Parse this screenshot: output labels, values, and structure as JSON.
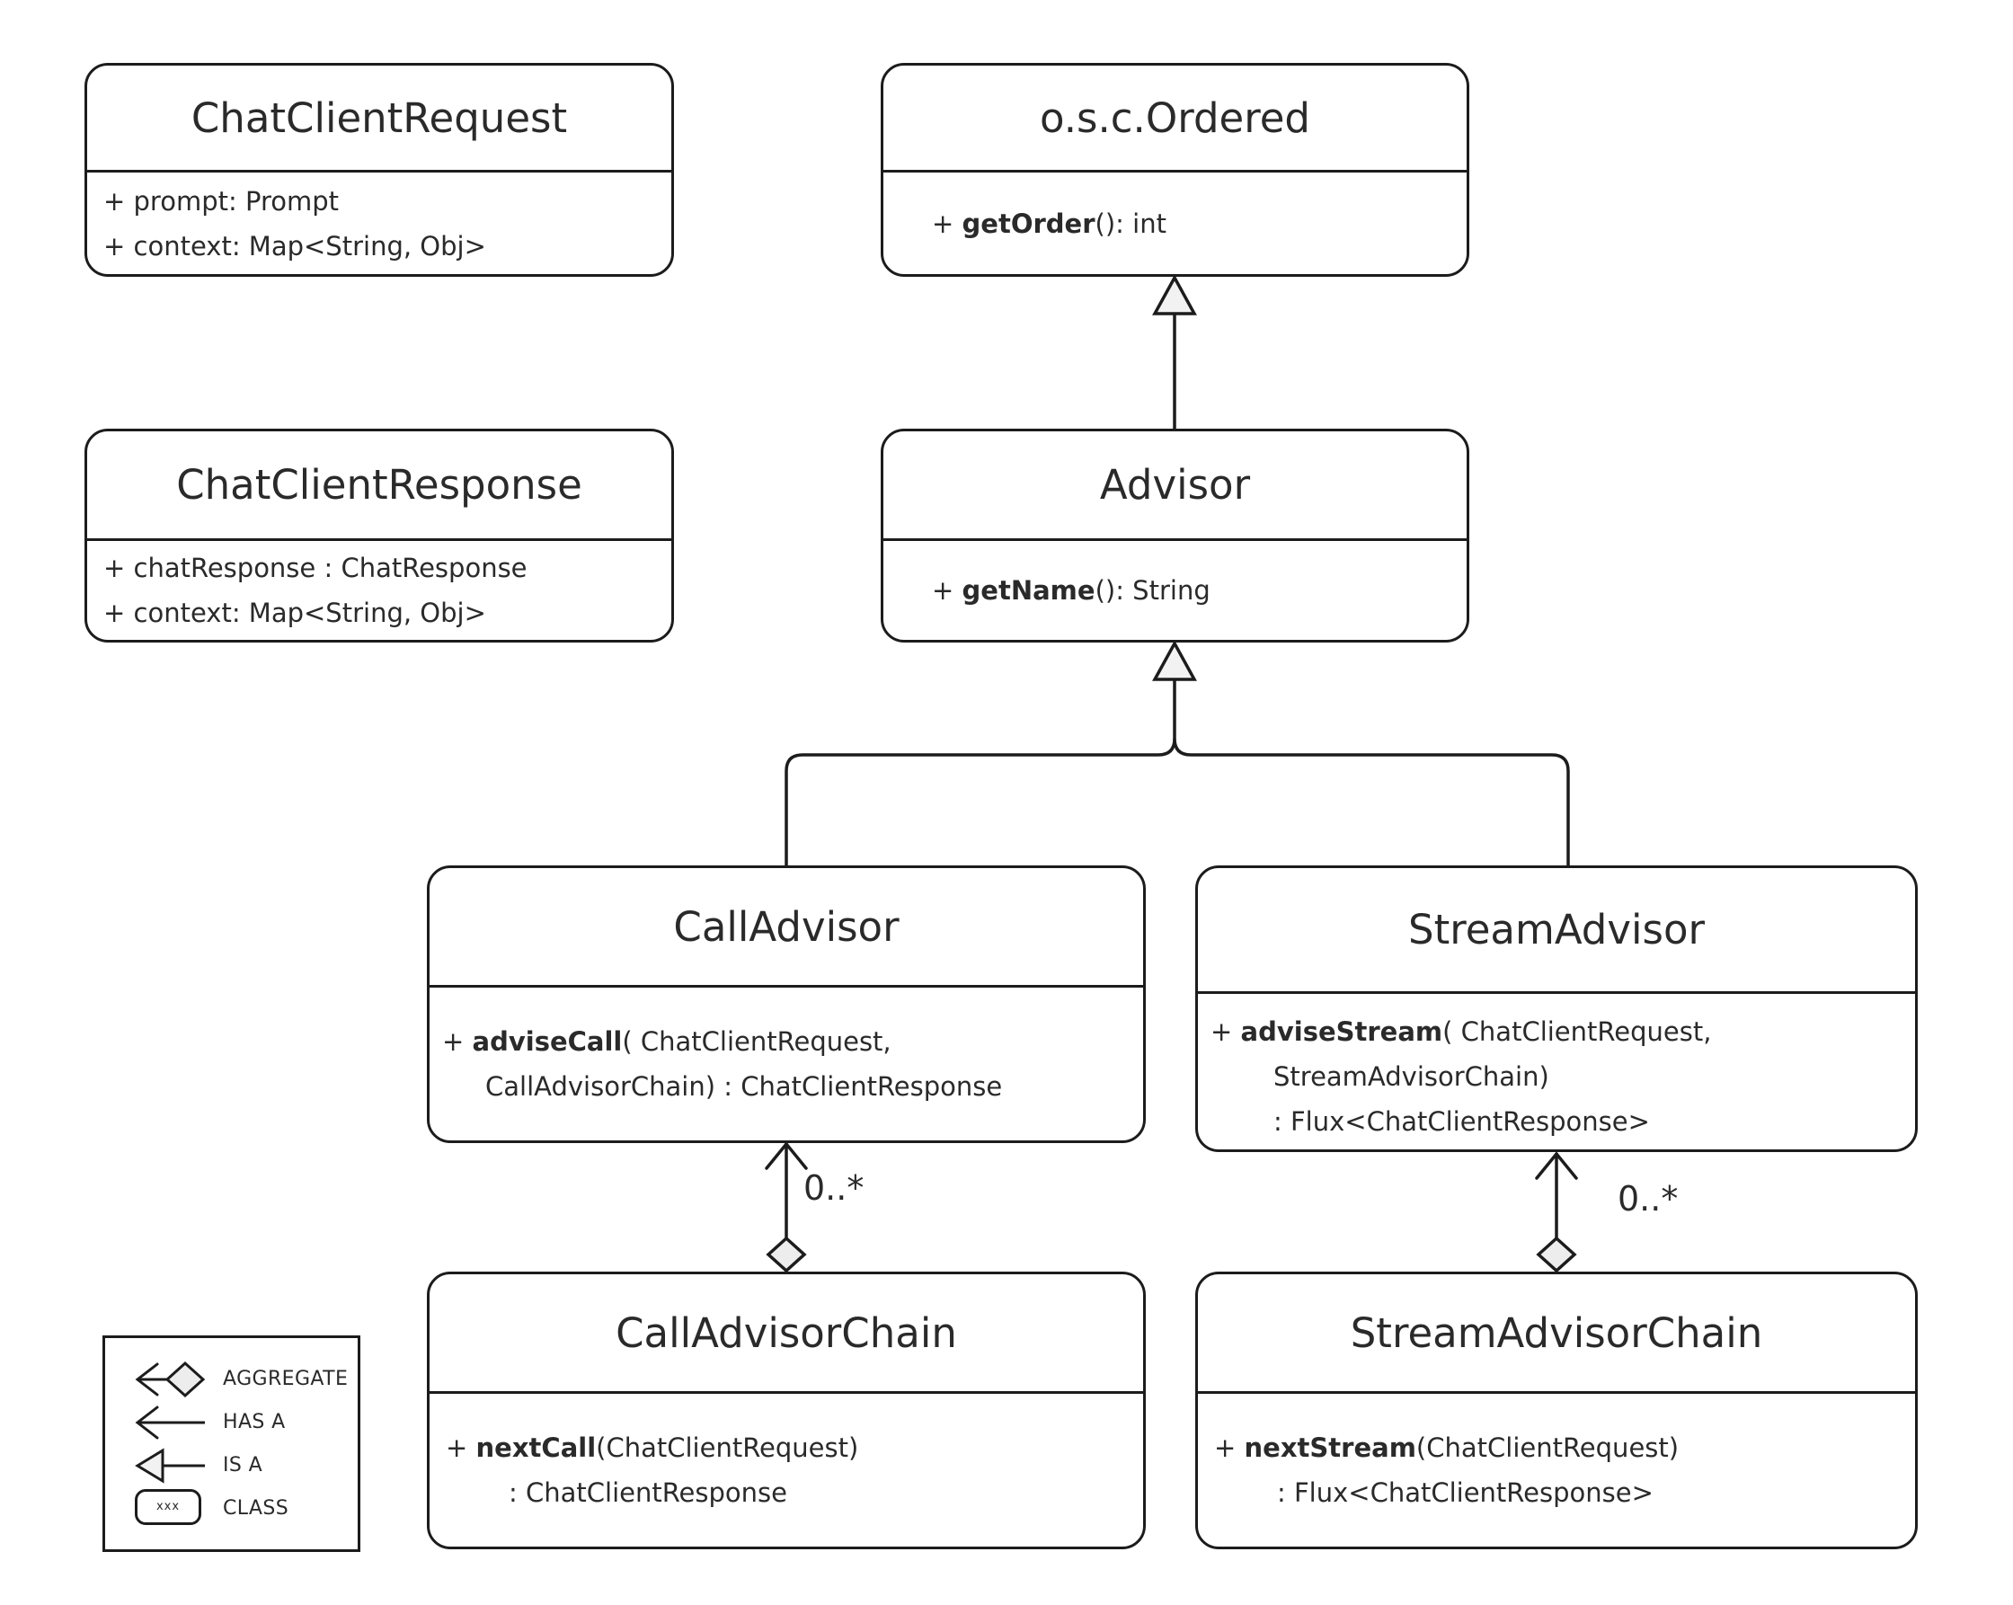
{
  "diagram_type": "uml-class-diagram",
  "classes": [
    {
      "name": "ChatClientRequest",
      "members": [
        {
          "pre": "+ prompt: Prompt",
          "bold": "",
          "post": ""
        },
        {
          "pre": "+ context: Map<String, Obj>",
          "bold": "",
          "post": ""
        }
      ]
    },
    {
      "name": "o.s.c.Ordered",
      "members": [
        {
          "pre": "+ ",
          "bold": "getOrder",
          "post": "(): int"
        }
      ]
    },
    {
      "name": "ChatClientResponse",
      "members": [
        {
          "pre": "+ chatResponse : ChatResponse",
          "bold": "",
          "post": ""
        },
        {
          "pre": "+ context: Map<String, Obj>",
          "bold": "",
          "post": ""
        }
      ]
    },
    {
      "name": "Advisor",
      "members": [
        {
          "pre": "+ ",
          "bold": "getName",
          "post": "(): String"
        }
      ]
    },
    {
      "name": "CallAdvisor",
      "members": [
        {
          "pre": "+ ",
          "bold": "adviseCall",
          "post": "( ChatClientRequest,"
        },
        {
          "pre": "CallAdvisorChain) : ChatClientResponse",
          "bold": "",
          "post": ""
        }
      ]
    },
    {
      "name": "StreamAdvisor",
      "members": [
        {
          "pre": "+ ",
          "bold": "adviseStream",
          "post": "( ChatClientRequest,"
        },
        {
          "pre": "StreamAdvisorChain)",
          "bold": "",
          "post": ""
        },
        {
          "pre": ": Flux<ChatClientResponse>",
          "bold": "",
          "post": ""
        }
      ]
    },
    {
      "name": "CallAdvisorChain",
      "members": [
        {
          "pre": "+ ",
          "bold": "nextCall",
          "post": "(ChatClientRequest)"
        },
        {
          "pre": ": ChatClientResponse",
          "bold": "",
          "post": ""
        }
      ]
    },
    {
      "name": "StreamAdvisorChain",
      "members": [
        {
          "pre": "+ ",
          "bold": "nextStream",
          "post": "(ChatClientRequest)"
        },
        {
          "pre": ": Flux<ChatClientResponse>",
          "bold": "",
          "post": ""
        }
      ]
    }
  ],
  "relationships": {
    "advisor_is_ordered": {
      "type": "IS A",
      "from": "Advisor",
      "to": "o.s.c.Ordered"
    },
    "call_advisor_is_advisor": {
      "type": "IS A",
      "from": "CallAdvisor",
      "to": "Advisor"
    },
    "stream_advisor_is_advisor": {
      "type": "IS A",
      "from": "StreamAdvisor",
      "to": "Advisor"
    },
    "call_aggregation": {
      "type": "AGGREGATE",
      "from": "CallAdvisorChain",
      "to": "CallAdvisor",
      "multiplicity": "0..*"
    },
    "stream_aggregation": {
      "type": "AGGREGATE",
      "from": "StreamAdvisorChain",
      "to": "StreamAdvisor",
      "multiplicity": "0..*"
    }
  },
  "legend": {
    "items": [
      {
        "label": "AGGREGATE"
      },
      {
        "label": "HAS A"
      },
      {
        "label": "IS A"
      },
      {
        "label": "CLASS"
      }
    ],
    "class_sample": "xxx"
  },
  "colors": {
    "line": "#1c1c1c",
    "text": "#2a2a2a",
    "arrowhead_fill": "#f2f2f2",
    "background": "#ffffff"
  }
}
